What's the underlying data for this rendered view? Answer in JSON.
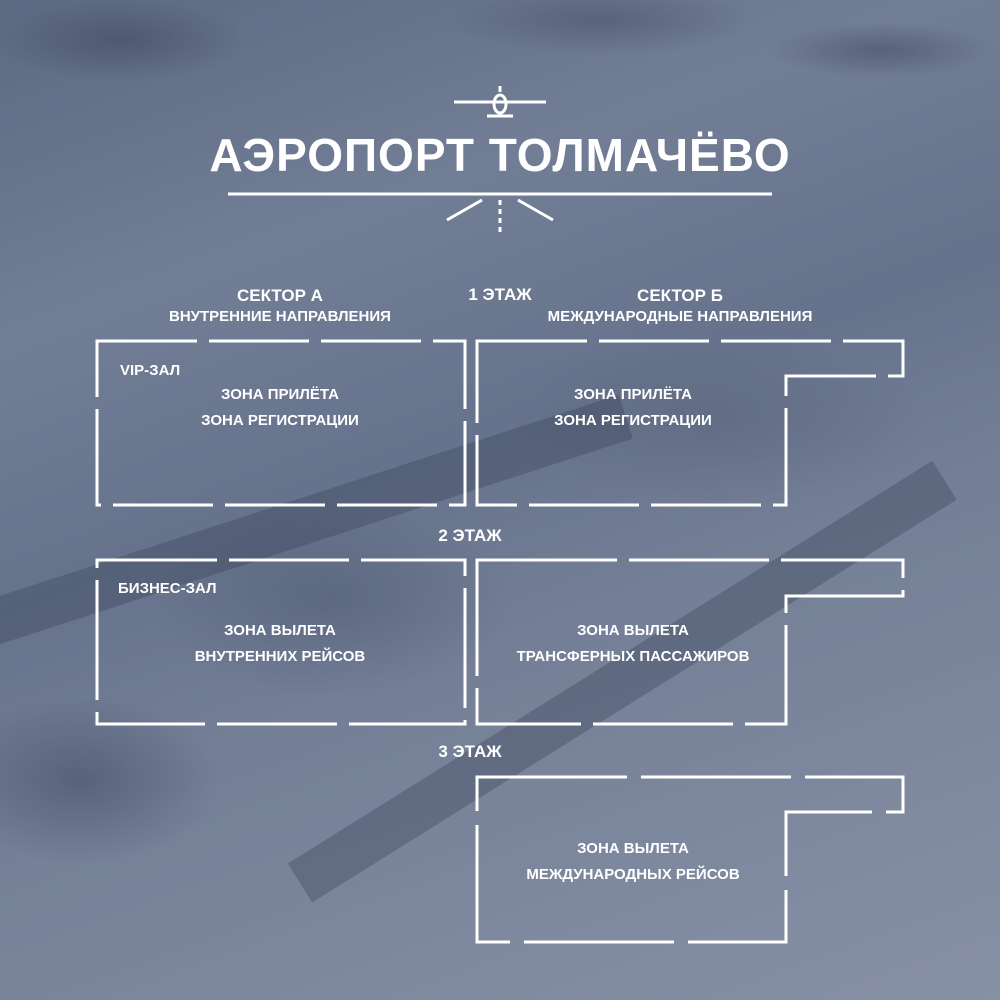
{
  "title": "АЭРОПОРТ ТОЛМАЧЁВО",
  "icons": {
    "airplane": "airplane-icon",
    "runway": "runway-perspective-icon"
  },
  "floors": {
    "floor1": "1 ЭТАЖ",
    "floor2": "2 ЭТАЖ",
    "floor3": "3 ЭТАЖ"
  },
  "sector_a": {
    "title": "СЕКТОР А",
    "subtitle": "ВНУТРЕННИЕ НАПРАВЛЕНИЯ"
  },
  "sector_b": {
    "title": "СЕКТОР Б",
    "subtitle": "МЕЖДУНАРОДНЫЕ НАПРАВЛЕНИЯ"
  },
  "floor1_a": {
    "tag": "VIP-ЗАЛ",
    "zones": [
      "ЗОНА ПРИЛЁТА",
      "ЗОНА РЕГИСТРАЦИИ"
    ]
  },
  "floor1_b": {
    "zones": [
      "ЗОНА ПРИЛЁТА",
      "ЗОНА РЕГИСТРАЦИИ"
    ]
  },
  "floor2_a": {
    "tag": "БИЗНЕС-ЗАЛ",
    "zones": [
      "ЗОНА ВЫЛЕТА",
      "ВНУТРЕННИХ РЕЙСОВ"
    ]
  },
  "floor2_b": {
    "zones": [
      "ЗОНА ВЫЛЕТА",
      "ТРАНСФЕРНЫХ ПАССАЖИРОВ"
    ]
  },
  "floor3_b": {
    "zones": [
      "ЗОНА ВЫЛЕТА",
      "МЕЖДУНАРОДНЫХ РЕЙСОВ"
    ]
  },
  "colors": {
    "line": "#ffffff",
    "overlay": "#2d3a5c"
  }
}
